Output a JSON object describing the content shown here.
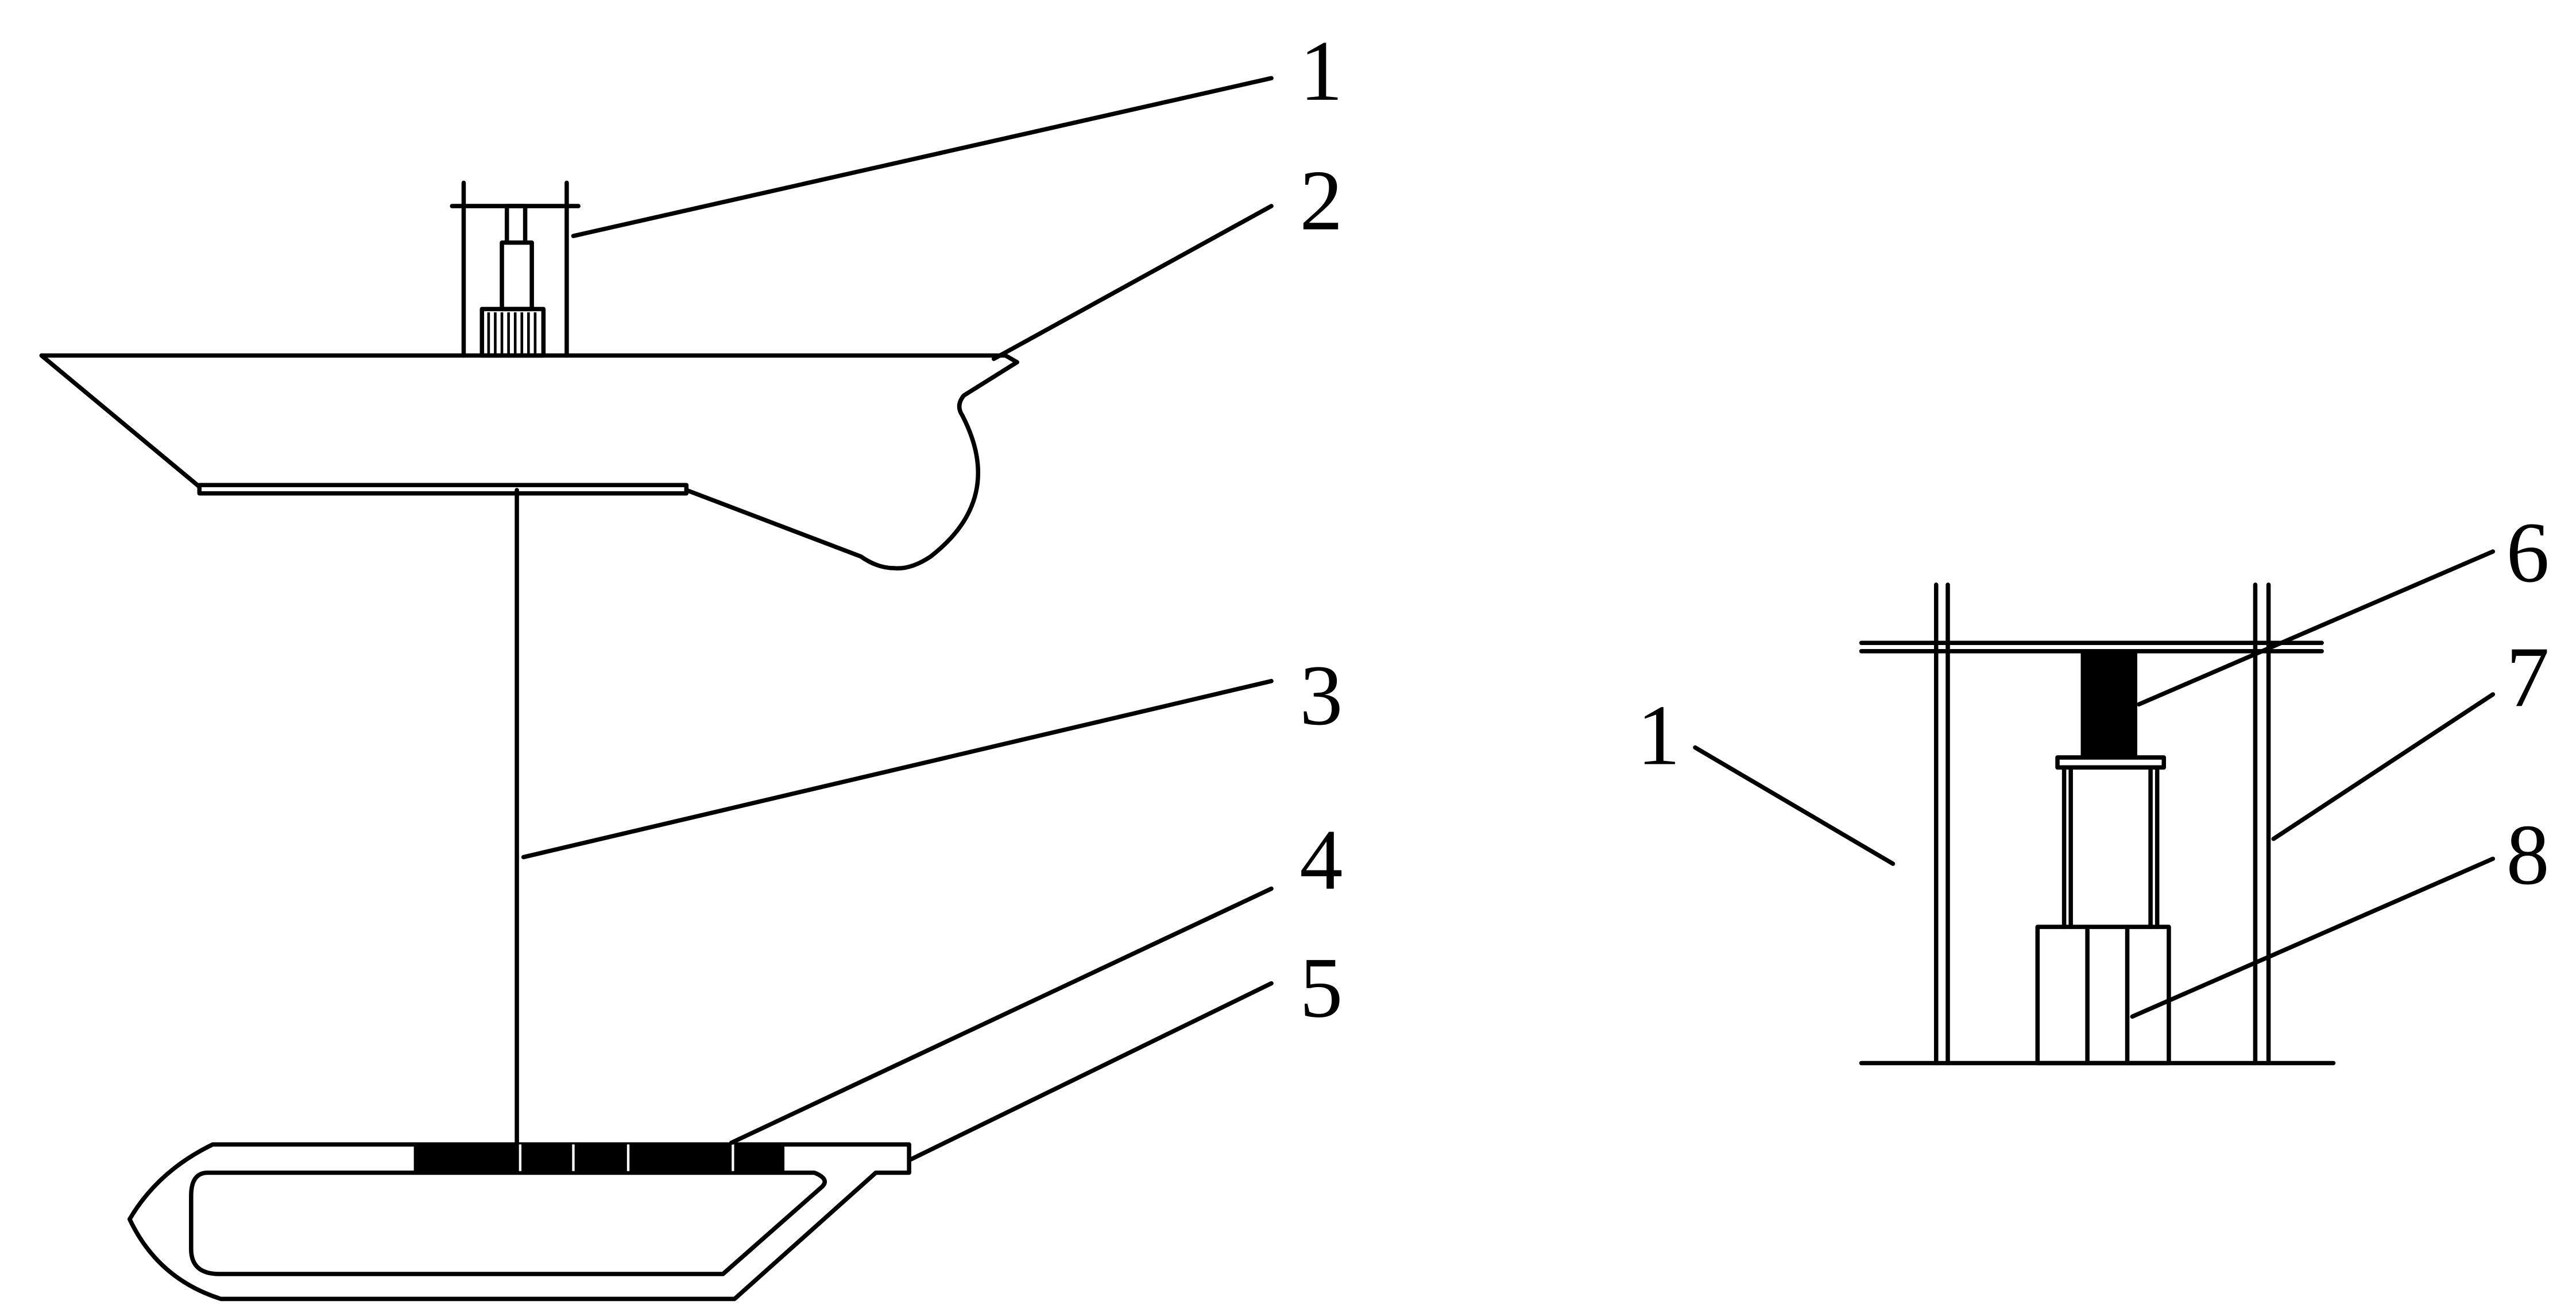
{
  "labels": {
    "l1": "1",
    "l2": "2",
    "l3": "3",
    "l4": "4",
    "l5": "5",
    "l6": "6",
    "l7": "7",
    "l8": "8",
    "l1_right": "1"
  },
  "colors": {
    "ink": "#000000",
    "background": "#ffffff"
  }
}
